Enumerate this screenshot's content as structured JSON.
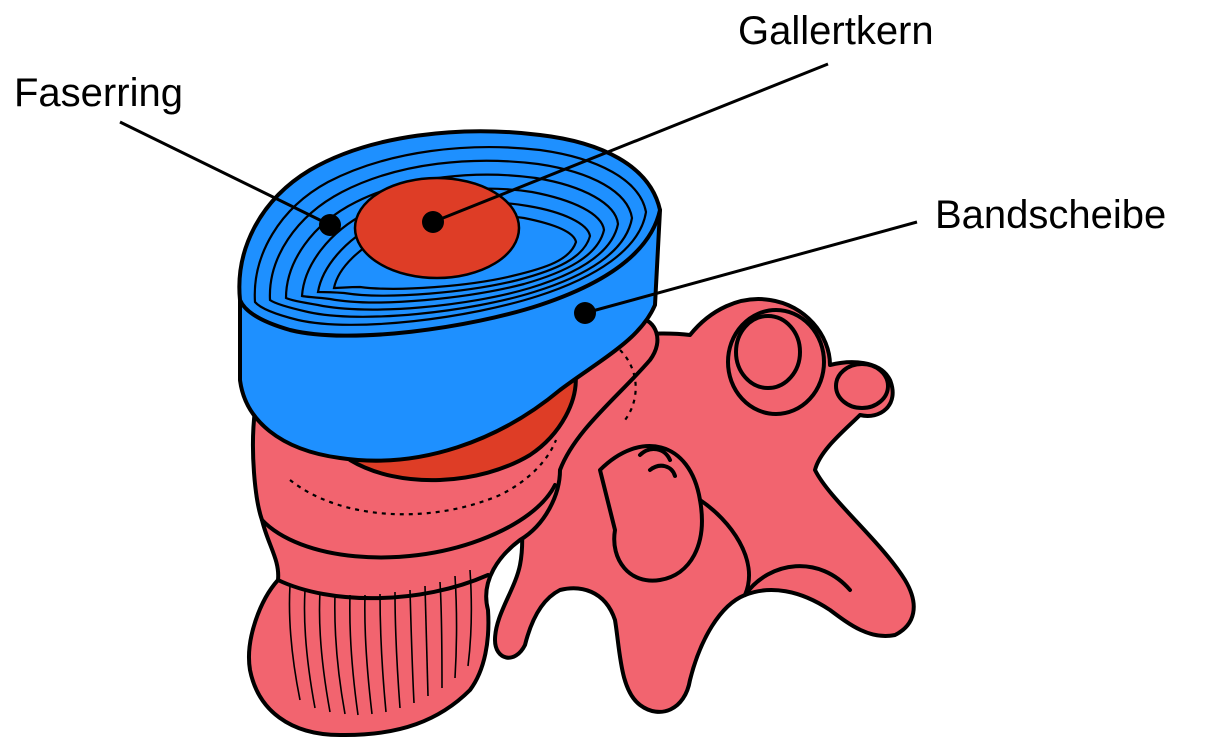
{
  "labels": {
    "faserring": "Faserring",
    "gallertkern": "Gallertkern",
    "bandscheibe": "Bandscheibe"
  },
  "colors": {
    "vertebra": "#f2646f",
    "disc": "#1e90ff",
    "nucleus": "#de3d26",
    "line": "#000000"
  }
}
